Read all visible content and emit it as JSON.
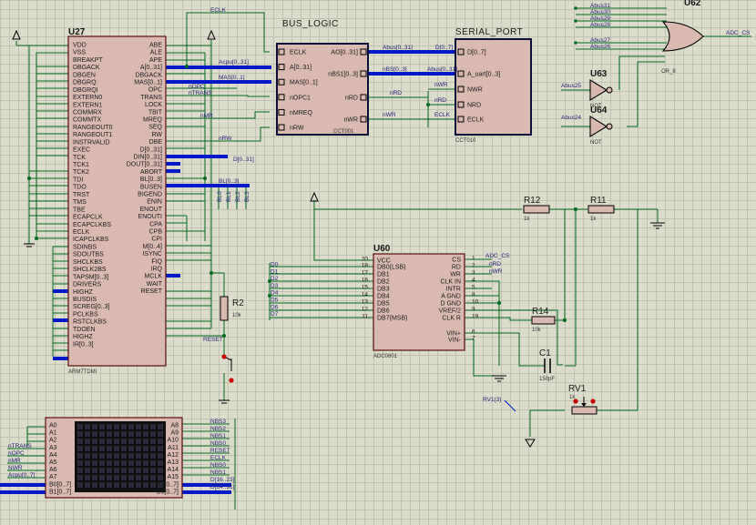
{
  "components": {
    "u27": {
      "ref": "U27",
      "part": "ARM7TDMI",
      "left_pins": [
        "VDD",
        "VSS",
        "BREAKPT",
        "DBGACK",
        "DBGEN",
        "DBGRQ",
        "DBGRQI",
        "EXTERN0",
        "EXTERN1",
        "COMMRX",
        "COMMTX",
        "RANGEOUT0",
        "RANGEOUT1",
        "INSTRVALID",
        "EXEC",
        "TCK",
        "TCK1",
        "TCK2",
        "TDI",
        "TDO",
        "TRST",
        "TMS",
        "TBE",
        "ECAPCLK",
        "ECAPCLKBS",
        "ECLK",
        "ICAPCLKBS",
        "SDINBS",
        "SDOUTBS",
        "SHCLKBS",
        "SHCLK2BS",
        "TAPSM[0..3]",
        "DRIVERS",
        "HIGHZ",
        "BUSDIS",
        "SCREG[0..3]",
        "PCLKBS",
        "RSTCLKBS",
        "TDOEN",
        "HIGHZ",
        "IR[0..3]"
      ],
      "right_pins": [
        "ABE",
        "ALE",
        "APE",
        "A[0..31]",
        "DBGACK",
        "MAS[0..1]",
        "OPC",
        "TRANS",
        "LOCK",
        "TBIT",
        "MREQ",
        "SEQ",
        "RW",
        "DBE",
        "D[0..31]",
        "DIN[0..31]",
        "DOUT[0..31]",
        "ABORT",
        "BL[0..3]",
        "BUSEN",
        "BIGEND",
        "ENIN",
        "ENOUT",
        "ENOUTI",
        "CPA",
        "CPB",
        "CPI",
        "M[0..4]",
        "ISYNC",
        "FIQ",
        "IRQ",
        "MCLK",
        "WAIT",
        "RESET"
      ]
    },
    "bus_logic": {
      "title": "BUS_LOGIC",
      "left_pins": [
        "ECLK",
        "A[0..31]",
        "MAS[0..1]",
        "nOPC1",
        "nMREQ",
        "nRW"
      ],
      "right_pins": [
        "AO[0..31]",
        "nBS1[0..3]",
        "nRD",
        "nWR"
      ],
      "part": "CCT001"
    },
    "serial_port": {
      "title": "SERIAL_PORT",
      "left_pins": [
        "D[0..7]",
        "A_uart[0..3]",
        "NWR",
        "NRD",
        "ECLK"
      ],
      "part": "CCT010"
    },
    "u62": {
      "ref": "U62",
      "part": "OR_8",
      "output": "ADC_CS"
    },
    "u63": {
      "ref": "U63",
      "part": "NOT",
      "input": "Abus25"
    },
    "u64": {
      "ref": "U64",
      "part": "NOT",
      "input": "Abus24"
    },
    "u60": {
      "ref": "U60",
      "part": "ADC0801",
      "left_pins": [
        "VCC",
        "DB0(LSB)",
        "DB1",
        "DB2",
        "DB3",
        "DB4",
        "DB5",
        "DB6",
        "DB7(MSB)"
      ],
      "left_nums": [
        "20",
        "18",
        "17",
        "16",
        "15",
        "14",
        "13",
        "12",
        "11"
      ],
      "right_pins": [
        "CS",
        "RD",
        "WR",
        "CLK IN",
        "INTR",
        "A GND",
        "D GND",
        "VREF/2",
        "CLK R",
        "VIN+",
        "VIN-"
      ],
      "right_nums": [
        "1",
        "2",
        "3",
        "4",
        "5",
        "8",
        "10",
        "9",
        "19",
        "6",
        "7"
      ]
    },
    "mem": {
      "left_pins": [
        "A0",
        "A1",
        "A2",
        "A3",
        "A4",
        "A5",
        "A6",
        "A7",
        "B0[0..7]",
        "B1[0..7]"
      ],
      "right_pins": [
        "A8",
        "A9",
        "A10",
        "A11",
        "A12",
        "A13",
        "A14",
        "A15",
        "B2[0..7]",
        "B3[0..7]"
      ]
    },
    "r12": {
      "ref": "R12",
      "value": "1k"
    },
    "r11": {
      "ref": "R11",
      "value": "1k"
    },
    "r14": {
      "ref": "R14",
      "value": "10k"
    },
    "r2": {
      "ref": "R2",
      "value": "10k"
    },
    "c1": {
      "ref": "C1",
      "value": "150pF"
    },
    "rv1": {
      "ref": "RV1",
      "value": "1k",
      "probe": "RV1(3)"
    }
  },
  "nets": {
    "eclk": "ECLK",
    "acpu": "Acpu[0..31]",
    "mas": "MAS[0..1]",
    "nopc": "nOPC",
    "ntrans": "nTRANS",
    "nmr": "nMR",
    "nrw": "nRW",
    "d_bus": "D[0..31]",
    "bl": "BL[0..3]",
    "abus": "Abus[0..31]",
    "nbs": "nBS[0..3]",
    "nrd": "nRD",
    "nwr": "nWR",
    "d07": "D[0..7]",
    "abus_uart": "Abus[0..31]",
    "nrd2": "nRD",
    "nwr2": "nWR",
    "eclk2": "ECLK",
    "reset": "RESET",
    "adc_cs": "ADC_CS",
    "adc_rd": "nRD",
    "adc_wr": "nWR",
    "or_inputs": [
      "Abus31",
      "Abus30",
      "Abus29",
      "Abus28",
      "Abus27",
      "Abus26"
    ],
    "data_lines": [
      "D0",
      "D1",
      "D2",
      "D3",
      "D4",
      "D5",
      "D6",
      "D7"
    ],
    "bl_bits": [
      "BL0",
      "BL1",
      "BL2",
      "BL3"
    ],
    "mem_left_nets": [
      "nTRANS",
      "nOPC",
      "nMR",
      "NWR",
      "Acpu[0..7]"
    ],
    "mem_right_nets": [
      "NBS3",
      "NBS2",
      "NBS1",
      "NBS0",
      "RESET",
      "ECLK",
      "NBS0",
      "NBS1",
      "D[16..23]",
      "D[24..31]"
    ]
  }
}
